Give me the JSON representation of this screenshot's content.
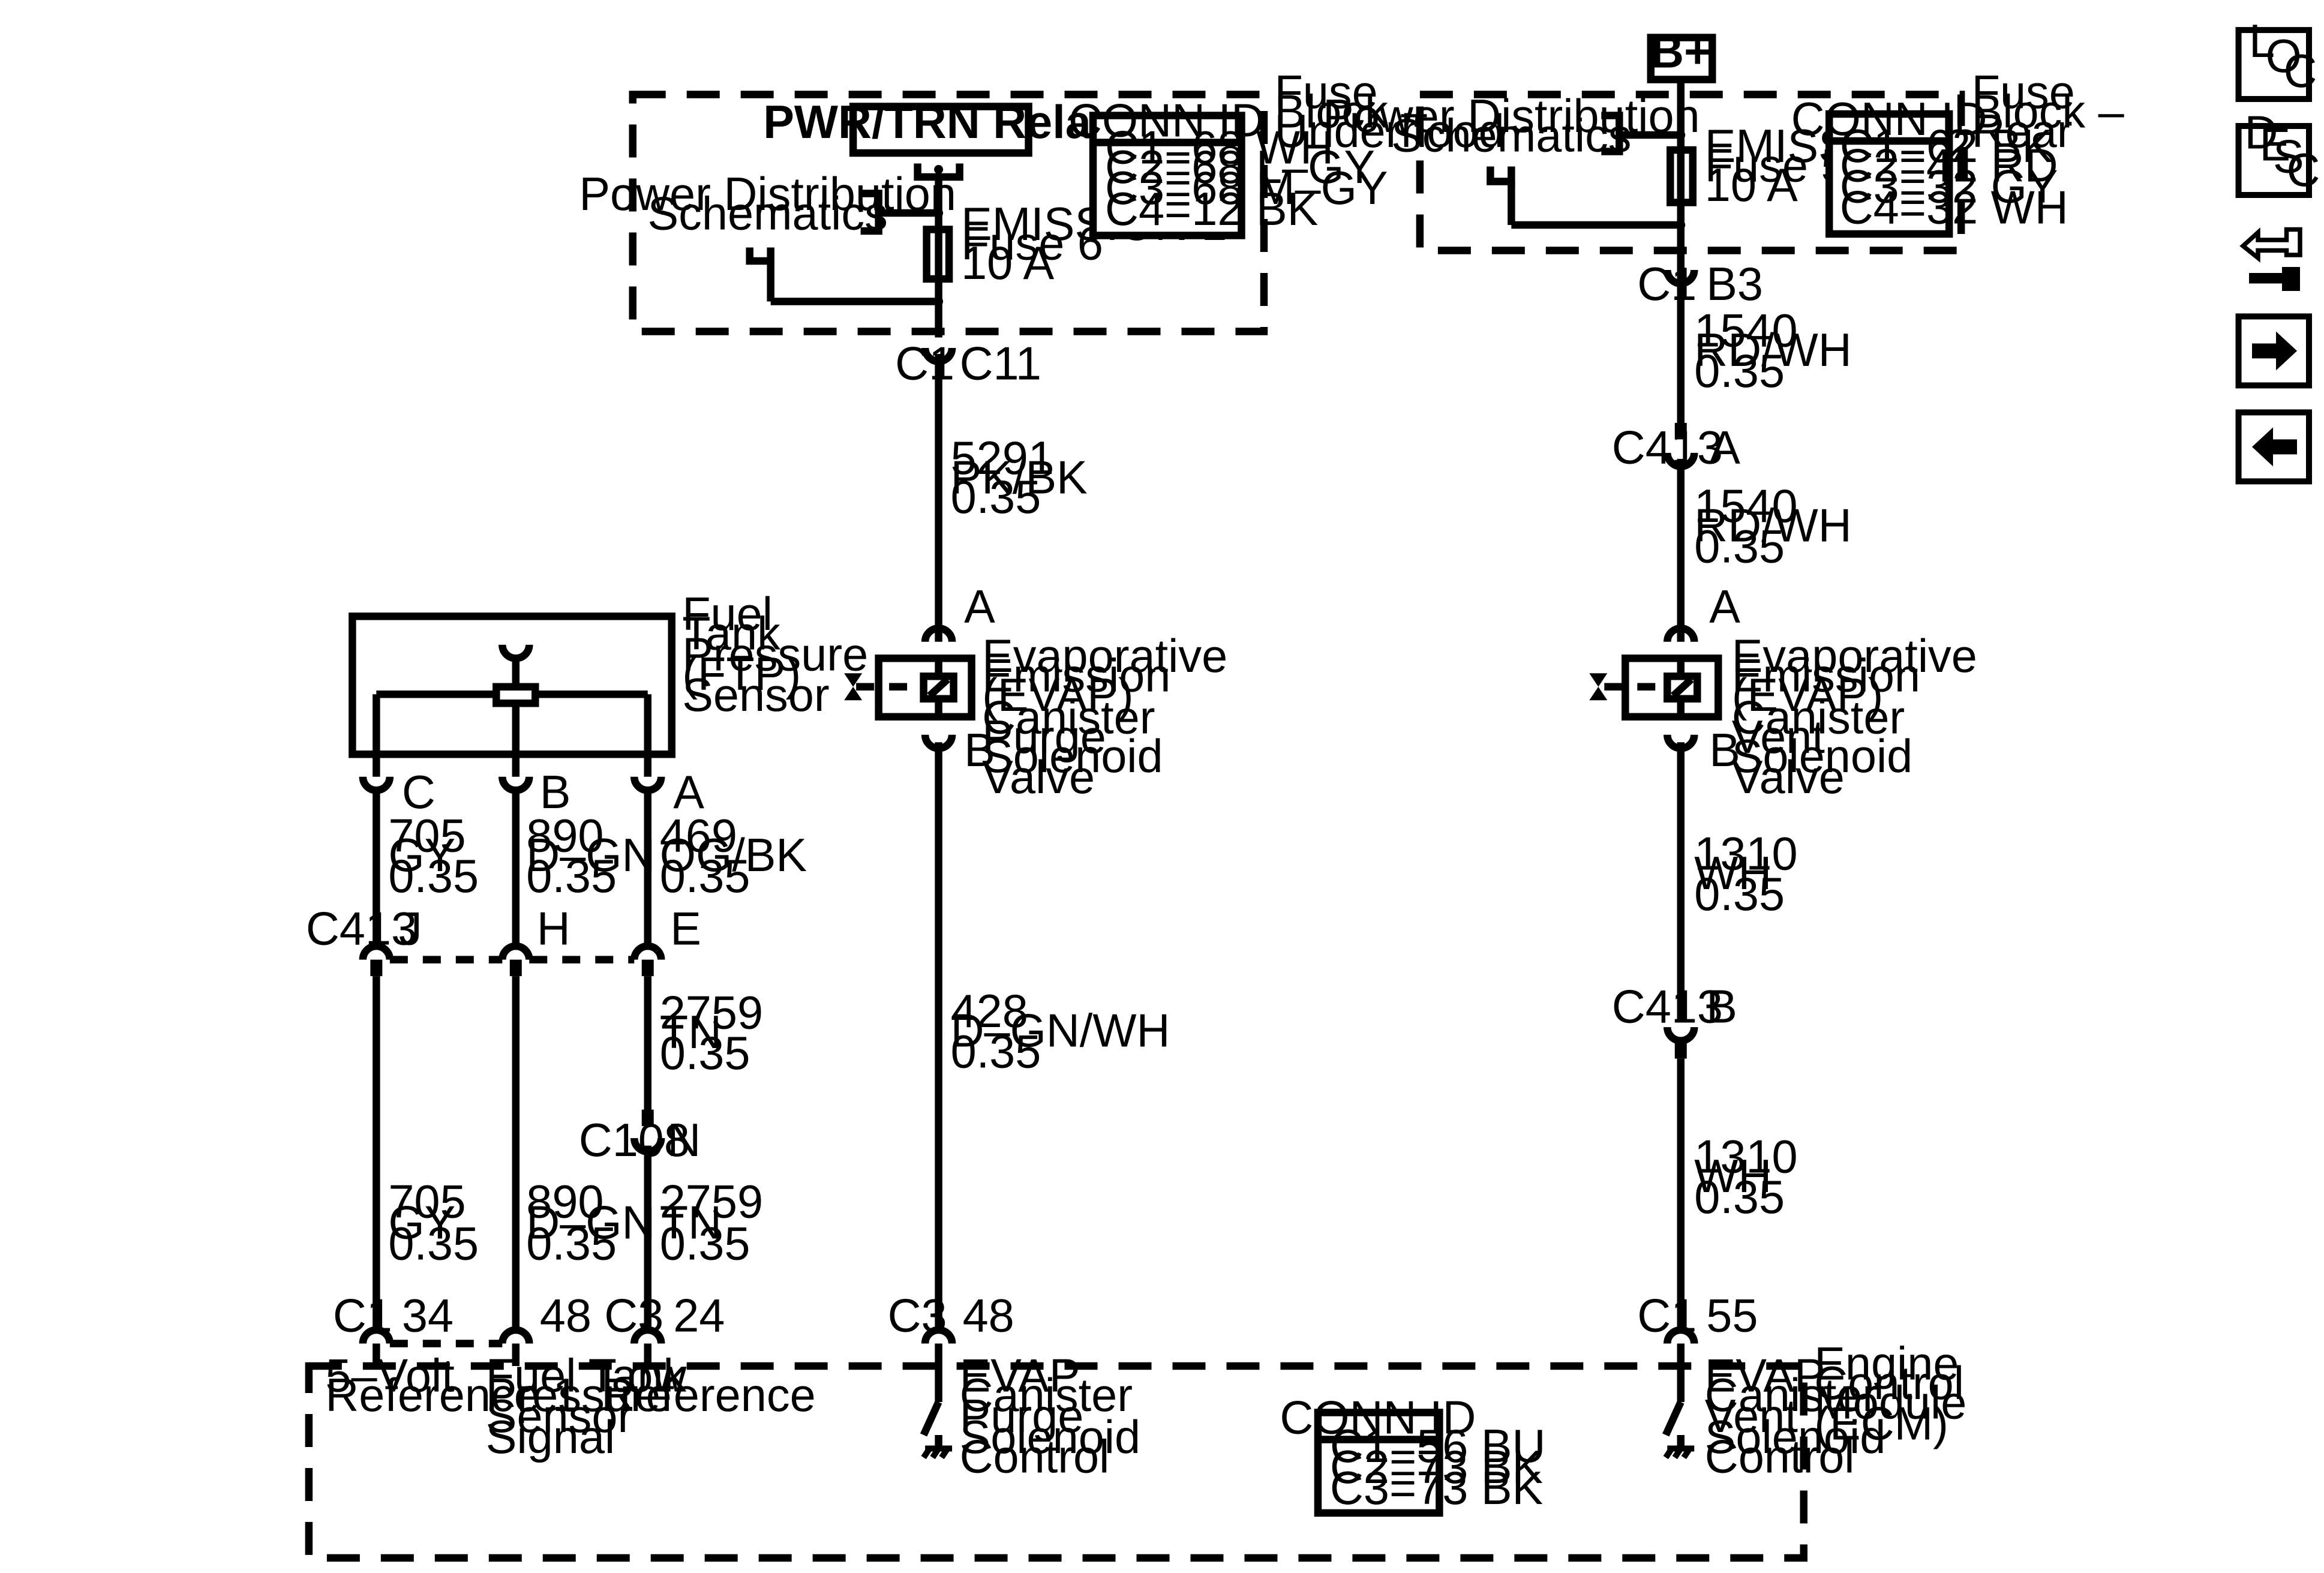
{
  "relay_label": "PWR/TRN Relay",
  "bplus_label": "B+",
  "fuse_block_underhood": [
    "Fuse",
    "Block –",
    "Underhood"
  ],
  "fuse_block_rear": [
    "Fuse",
    "Block –",
    "Rear"
  ],
  "power_dist": [
    "Power Distribution",
    "Schematics"
  ],
  "conn_fuse_uh": {
    "title": "CONN ID",
    "rows": [
      "C1=68 WH",
      "C2=68 L–GY",
      "C3=68 M–GY",
      "C4=12 BK"
    ]
  },
  "conn_fuse_rear": {
    "title": "CONN ID",
    "rows": [
      "C1=62 BK",
      "C2=41 RD",
      "C3=32 GY",
      "C4=32 WH"
    ]
  },
  "conn_ecm": {
    "title": "CONN ID",
    "rows": [
      "C1=56 BU",
      "C2=73 BK",
      "C3=73 BK"
    ]
  },
  "fuse1": [
    "EMISSION 1",
    "Fuse 6",
    "10 A"
  ],
  "fuse2": [
    "EMISSION 2",
    "Fuse 5",
    "10 A"
  ],
  "ftp_sensor": [
    "Fuel",
    "Tank",
    "Pressure",
    "(FTP)",
    "Sensor"
  ],
  "purge_valve": [
    "Evaporative",
    "Emission",
    "(EVAP)",
    "Canister",
    "Purge",
    "Solenoid",
    "Valve"
  ],
  "vent_valve": [
    "Evaporative",
    "Emission",
    "(EVAP)",
    "Canister",
    "Vent",
    "Solenoid",
    "Valve"
  ],
  "ecm_label": [
    "Engine",
    "Control",
    "Module",
    "(ECM)"
  ],
  "ecm_5v": [
    "5–Volt",
    "Reference 1"
  ],
  "ecm_ftp_signal": [
    "Fuel Tank",
    "Pressure",
    "Sensor",
    "Signal"
  ],
  "ecm_low_ref": [
    "Low",
    "Reference"
  ],
  "ecm_purge_ctrl": [
    "EVAP",
    "Canister",
    "Purge",
    "Solenoid",
    "Control"
  ],
  "ecm_vent_ctrl": [
    "EVAP",
    "Canister",
    "Vent",
    "Solenoid",
    "Control"
  ],
  "wires": {
    "w5291": [
      "5291",
      "PK/BK",
      "0.35"
    ],
    "w428": [
      "428",
      "D–GN/WH",
      "0.35"
    ],
    "w1540a": [
      "1540",
      "RD/WH",
      "0.35"
    ],
    "w1540b": [
      "1540",
      "RD/WH",
      "0.35"
    ],
    "w1310a": [
      "1310",
      "WH",
      "0.35"
    ],
    "w1310b": [
      "1310",
      "WH",
      "0.35"
    ],
    "w705a": [
      "705",
      "GY",
      "0.35"
    ],
    "w890a": [
      "890",
      "D–GN",
      "0.35"
    ],
    "w469": [
      "469",
      "OG/BK",
      "0.35"
    ],
    "w2759a": [
      "2759",
      "TN",
      "0.35"
    ],
    "w705b": [
      "705",
      "GY",
      "0.35"
    ],
    "w890b": [
      "890",
      "D–GN",
      "0.35"
    ],
    "w2759b": [
      "2759",
      "TN",
      "0.35"
    ]
  },
  "connectors": {
    "c1_c11": [
      "C1",
      "C11"
    ],
    "c1_b3": [
      "C1",
      "B3"
    ],
    "c413_a": [
      "C413",
      "A"
    ],
    "c413_b": [
      "C413",
      "B"
    ],
    "c413_j": "C413",
    "pins_ftp": [
      "C",
      "B",
      "A"
    ],
    "pins_c413": [
      "J",
      "H",
      "E"
    ],
    "c108_n": [
      "C108",
      "N"
    ],
    "ecm_c1_34": [
      "C1",
      "34"
    ],
    "ecm_48a": "48",
    "ecm_c3_24": [
      "C3",
      "24"
    ],
    "ecm_c3_48": [
      "C3",
      "48"
    ],
    "ecm_c1_55": [
      "C1",
      "55"
    ],
    "purge_pins": [
      "A",
      "B"
    ],
    "vent_pins": [
      "A",
      "B"
    ]
  },
  "nav": {
    "loc": [
      "L",
      "O",
      "C"
    ],
    "desc": [
      "D",
      "E",
      "S",
      "C"
    ]
  }
}
